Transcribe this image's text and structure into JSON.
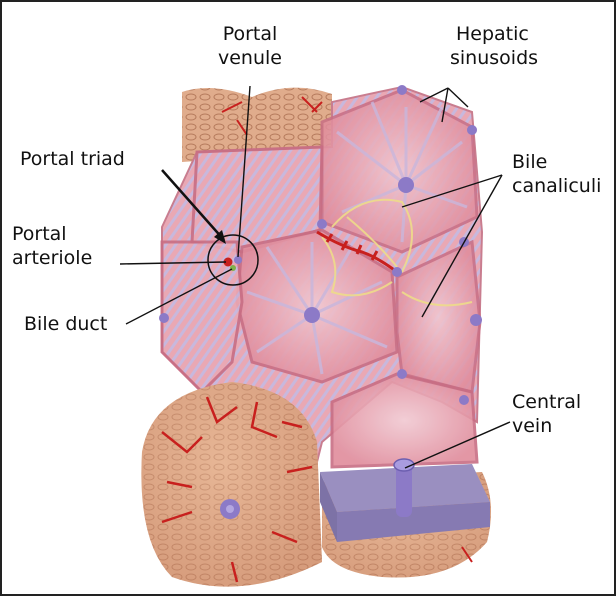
{
  "labels": {
    "portal_venule": [
      "Portal",
      "venule"
    ],
    "hepatic_sinusoids": [
      "Hepatic",
      "sinusoids"
    ],
    "portal_triad": "Portal triad",
    "bile_canaliculi": [
      "Bile",
      "canaliculi"
    ],
    "portal_arteriole": [
      "Portal",
      "arteriole"
    ],
    "bile_duct": "Bile duct",
    "central_vein": [
      "Central",
      "vein"
    ]
  },
  "colors": {
    "lobule_pink": "#e8a3ad",
    "cord_light": "#c7b6d9",
    "surface_tan": "#d9a07e",
    "vessel_red": "#c8201e",
    "vein_purple": "#8c7ac7",
    "bile_yellow": "#eedc8a",
    "cut_block": "#8f84b3"
  }
}
